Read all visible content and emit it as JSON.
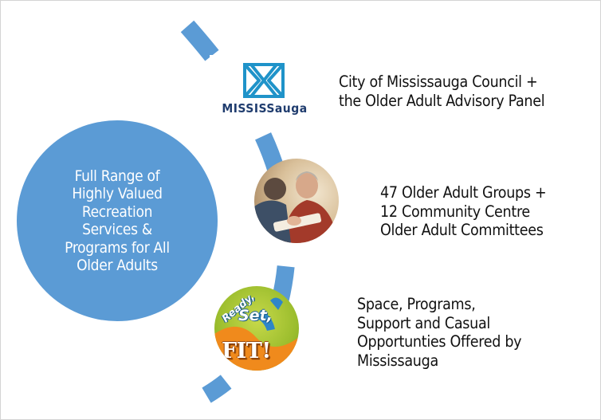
{
  "diagram": {
    "center_label": "Full Range of\nHighly Valued\nRecreation\nServices &\nPrograms for All\nOlder Adults",
    "items": [
      {
        "icon": "mississauga-logo",
        "logo_text": "MISSISSauga",
        "text": "City of Mississauga Council +\nthe Older Adult Advisory Panel"
      },
      {
        "icon": "older-adults-photo",
        "text": "47 Older Adult Groups +\n12 Community Centre\nOlder Adult Committees"
      },
      {
        "icon": "ready-set-fit-logo",
        "logo_text": {
          "ready": "Ready,",
          "set": "Set,",
          "fit": "FIT!"
        },
        "text": "Space, Programs,\nSupport and  Casual\nOpportunties Offered by\nMississauga"
      }
    ]
  },
  "colors": {
    "circle_fill": "#5b9bd5",
    "arc": "#5b9bd5",
    "logo_navy": "#1f3c6e",
    "logo_teal": "#1f93c9",
    "fit_orange": "#f08a1c",
    "fit_green": "#9bbd2d"
  }
}
